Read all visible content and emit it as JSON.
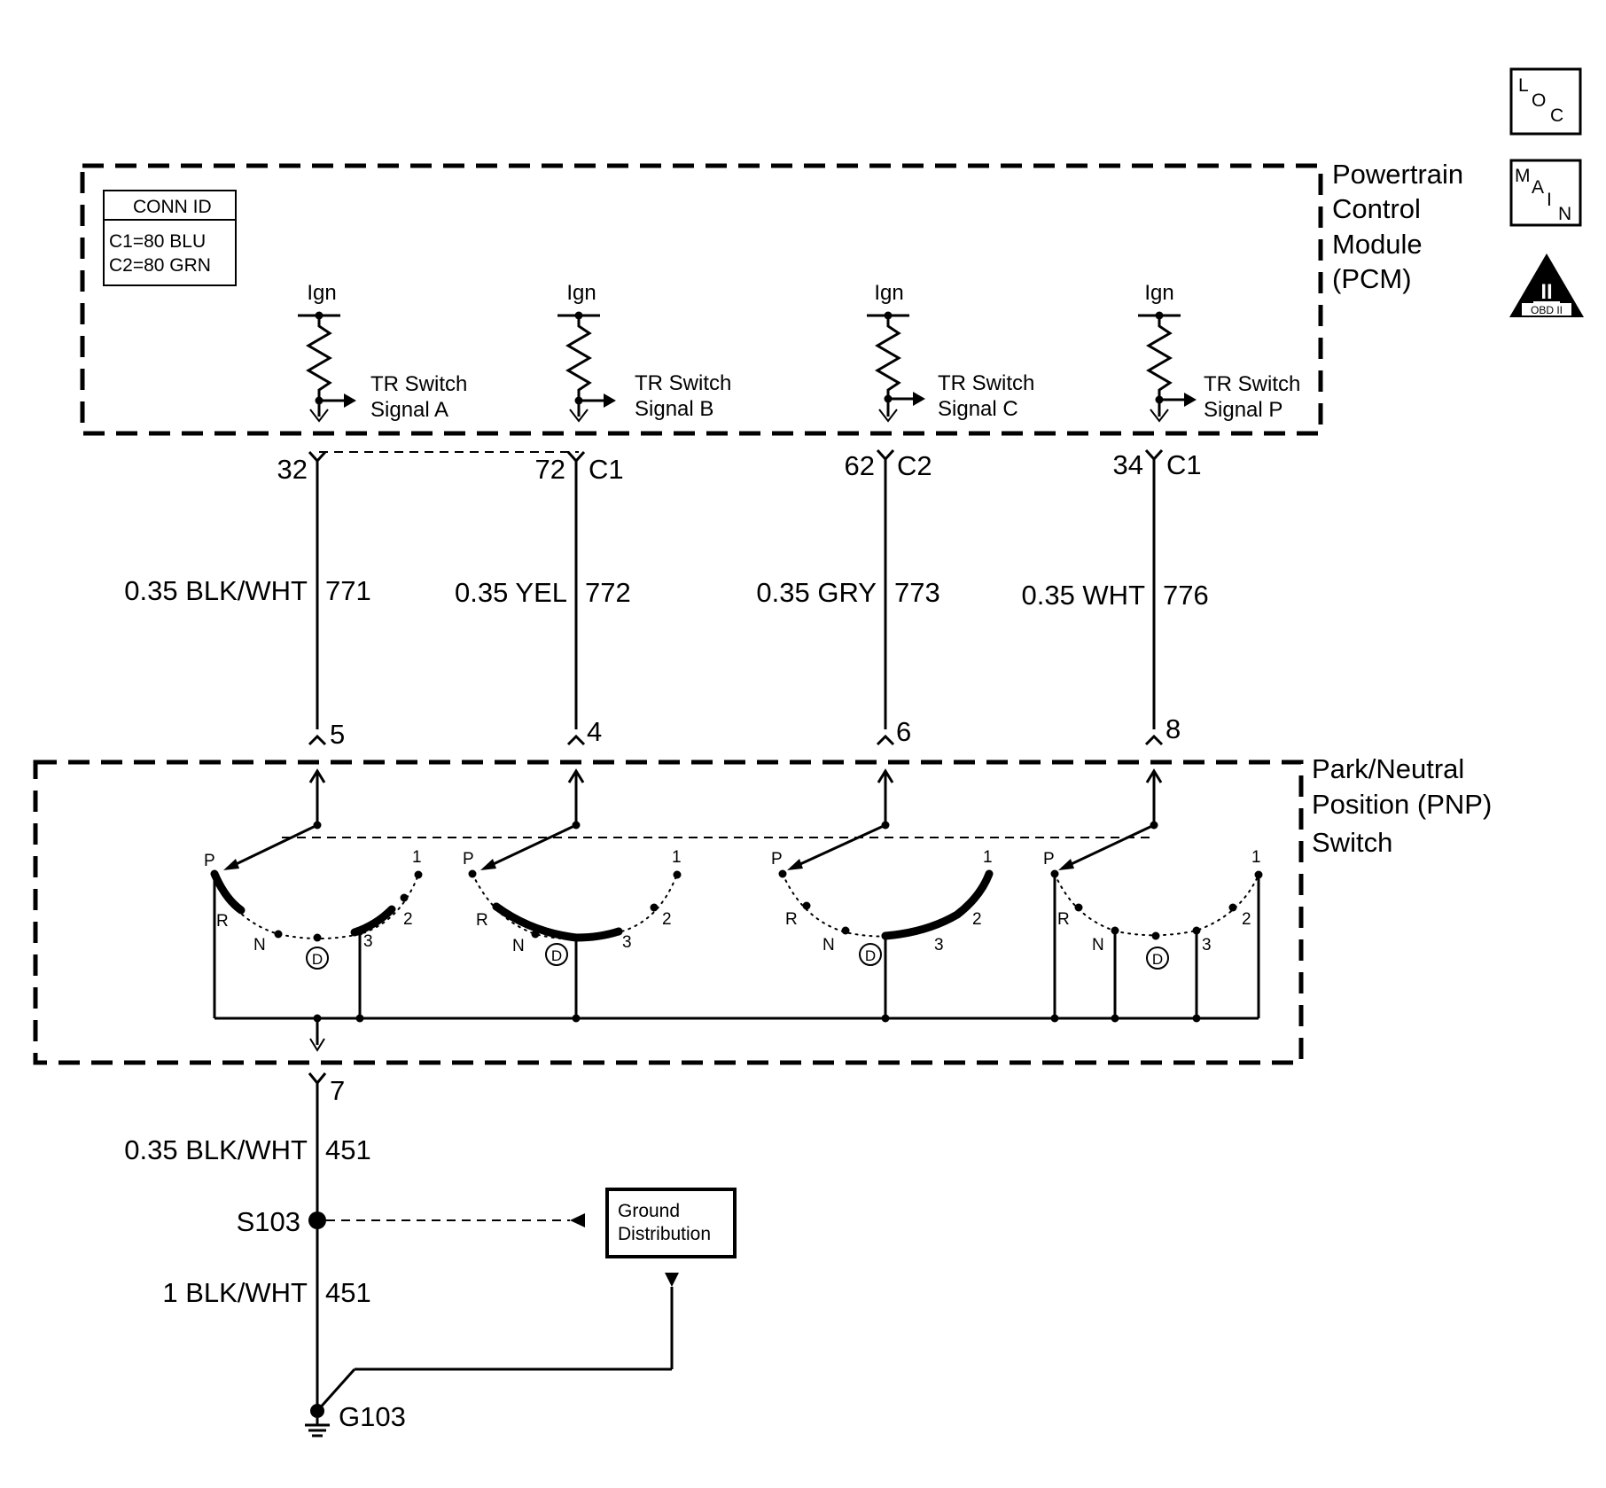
{
  "badges": {
    "loc": [
      "L",
      "O",
      "C"
    ],
    "main": [
      "M",
      "A",
      "I",
      "N"
    ],
    "obd": {
      "numeral": "II",
      "caption": "OBD II"
    }
  },
  "pcm": {
    "name_lines": [
      "Powertrain",
      "Control",
      "Module",
      "(PCM)"
    ],
    "conn_id": {
      "title": "CONN ID",
      "lines": [
        "C1=80 BLU",
        "C2=80 GRN"
      ]
    },
    "ign_label": "Ign",
    "signal_line1": "TR Switch",
    "signals": [
      "Signal A",
      "Signal B",
      "Signal C",
      "Signal P"
    ]
  },
  "circuits": [
    {
      "pcm_pin": "32",
      "connector": "",
      "wire": "0.35 BLK/WHT",
      "circuit": "771",
      "pnp_pin": "5"
    },
    {
      "pcm_pin": "72",
      "connector": "C1",
      "wire": "0.35 YEL",
      "circuit": "772",
      "pnp_pin": "4"
    },
    {
      "pcm_pin": "62",
      "connector": "C2",
      "wire": "0.35 GRY",
      "circuit": "773",
      "pnp_pin": "6"
    },
    {
      "pcm_pin": "34",
      "connector": "C1",
      "wire": "0.35 WHT",
      "circuit": "776",
      "pnp_pin": "8"
    }
  ],
  "pnp": {
    "name_lines": [
      "Park/Neutral",
      "Position (PNP)",
      "Switch"
    ],
    "positions": {
      "p": "P",
      "r": "R",
      "n": "N",
      "d": "D",
      "three": "3",
      "two": "2",
      "one": "1"
    }
  },
  "ground": {
    "pnp_pin": "7",
    "wire1": "0.35 BLK/WHT",
    "circuit1": "451",
    "splice": "S103",
    "wire2": "1 BLK/WHT",
    "circuit2": "451",
    "ground": "G103",
    "dist_lines": [
      "Ground",
      "Distribution"
    ]
  }
}
